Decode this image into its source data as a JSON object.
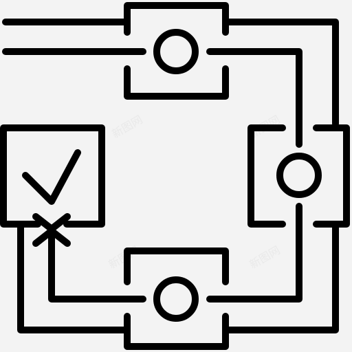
{
  "icon": {
    "name": "workflow-approval-icon",
    "colors": {
      "stroke": "#000000",
      "background": "#f3f3f3",
      "watermark": "#d8d8d8"
    }
  },
  "nodes": [
    {
      "name": "top-node",
      "icon": "circle-icon"
    },
    {
      "name": "right-node",
      "icon": "circle-icon"
    },
    {
      "name": "bottom-node",
      "icon": "circle-icon"
    }
  ],
  "result": {
    "name": "approval-box",
    "icon": "checkmark-icon"
  },
  "watermark": {
    "text": "新图网",
    "instances": 4
  }
}
